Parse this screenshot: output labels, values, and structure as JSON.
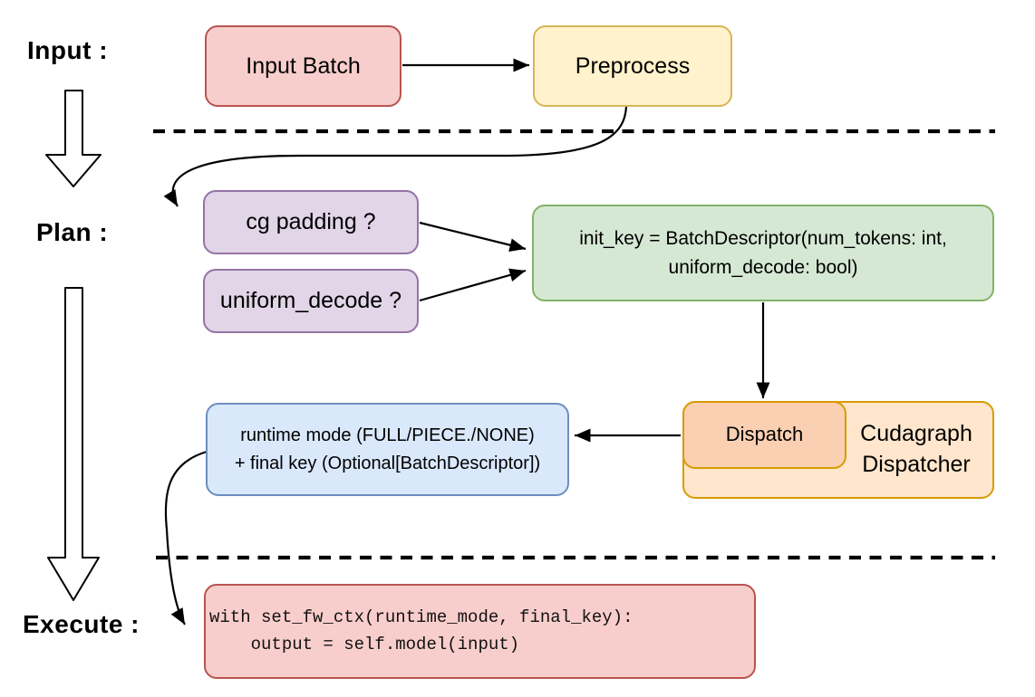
{
  "phases": {
    "input": "Input :",
    "plan": "Plan :",
    "execute": "Execute :"
  },
  "nodes": {
    "input_batch": {
      "label": "Input Batch"
    },
    "preprocess": {
      "label": "Preprocess"
    },
    "cg_padding": {
      "label": "cg padding ?"
    },
    "uniform_decode": {
      "label": "uniform_decode ?"
    },
    "init_key": {
      "line1": "init_key = BatchDescriptor(num_tokens: int,",
      "line2": "uniform_decode: bool)"
    },
    "dispatch": {
      "label": "Dispatch"
    },
    "cudagraph_dispatcher": {
      "line1": "Cudagraph",
      "line2": "Dispatcher"
    },
    "runtime_mode": {
      "line1": "runtime mode (FULL/PIECE./NONE)",
      "line2": "+ final key (Optional[BatchDescriptor])"
    },
    "execute_code": {
      "line1": "with set_fw_ctx(runtime_mode, final_key):",
      "line2": "    output = self.model(input)"
    }
  },
  "edges": [
    {
      "from": "input_batch",
      "to": "preprocess"
    },
    {
      "from": "preprocess",
      "to": "cg_padding"
    },
    {
      "from": "cg_padding",
      "to": "init_key"
    },
    {
      "from": "uniform_decode",
      "to": "init_key"
    },
    {
      "from": "init_key",
      "to": "dispatch"
    },
    {
      "from": "dispatch",
      "to": "runtime_mode"
    },
    {
      "from": "runtime_mode",
      "to": "execute_code"
    }
  ],
  "colors": {
    "red_fill": "#f8cecc",
    "red_stroke": "#b85450",
    "yellow_fill": "#fff2cc",
    "yellow_stroke": "#d6b656",
    "purple_fill": "#e1d5e7",
    "purple_stroke": "#9673a6",
    "green_fill": "#d5e8d4",
    "green_stroke": "#82b366",
    "blue_fill": "#dae8fc",
    "blue_stroke": "#6c8ebf",
    "orange_fill": "#ffe6cc",
    "orange_stroke": "#d79b00",
    "dispatch_fill": "#fbd0b2",
    "connector": "#000000",
    "background": "#ffffff"
  }
}
